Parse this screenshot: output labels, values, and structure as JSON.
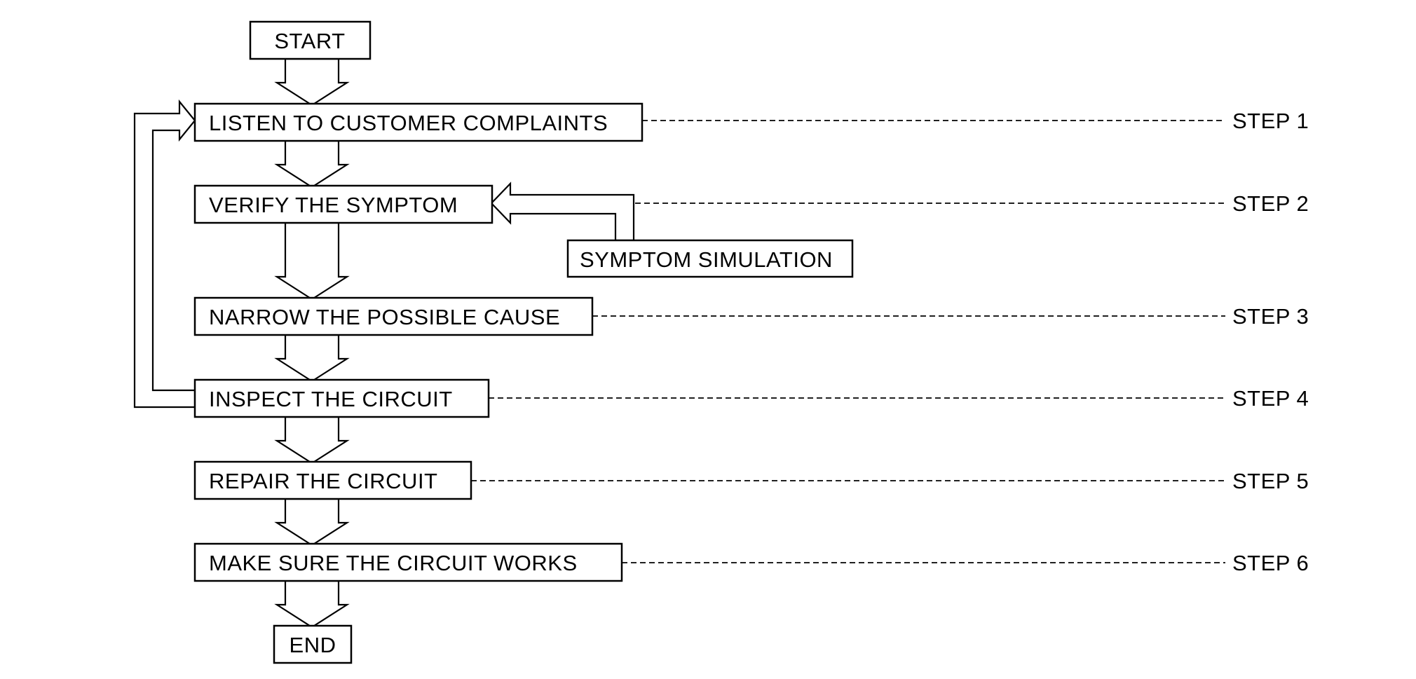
{
  "flowchart": {
    "start": "START",
    "end": "END",
    "steps": [
      {
        "box": "LISTEN TO CUSTOMER COMPLAINTS",
        "label": "STEP 1"
      },
      {
        "box": "VERIFY THE SYMPTOM",
        "label": "STEP 2"
      },
      {
        "box": "NARROW THE POSSIBLE CAUSE",
        "label": "STEP 3"
      },
      {
        "box": "INSPECT THE CIRCUIT",
        "label": "STEP 4"
      },
      {
        "box": "REPAIR THE CIRCUIT",
        "label": "STEP 5"
      },
      {
        "box": "MAKE SURE THE CIRCUIT WORKS",
        "label": "STEP 6"
      }
    ],
    "side_box": "SYMPTOM SIMULATION"
  }
}
